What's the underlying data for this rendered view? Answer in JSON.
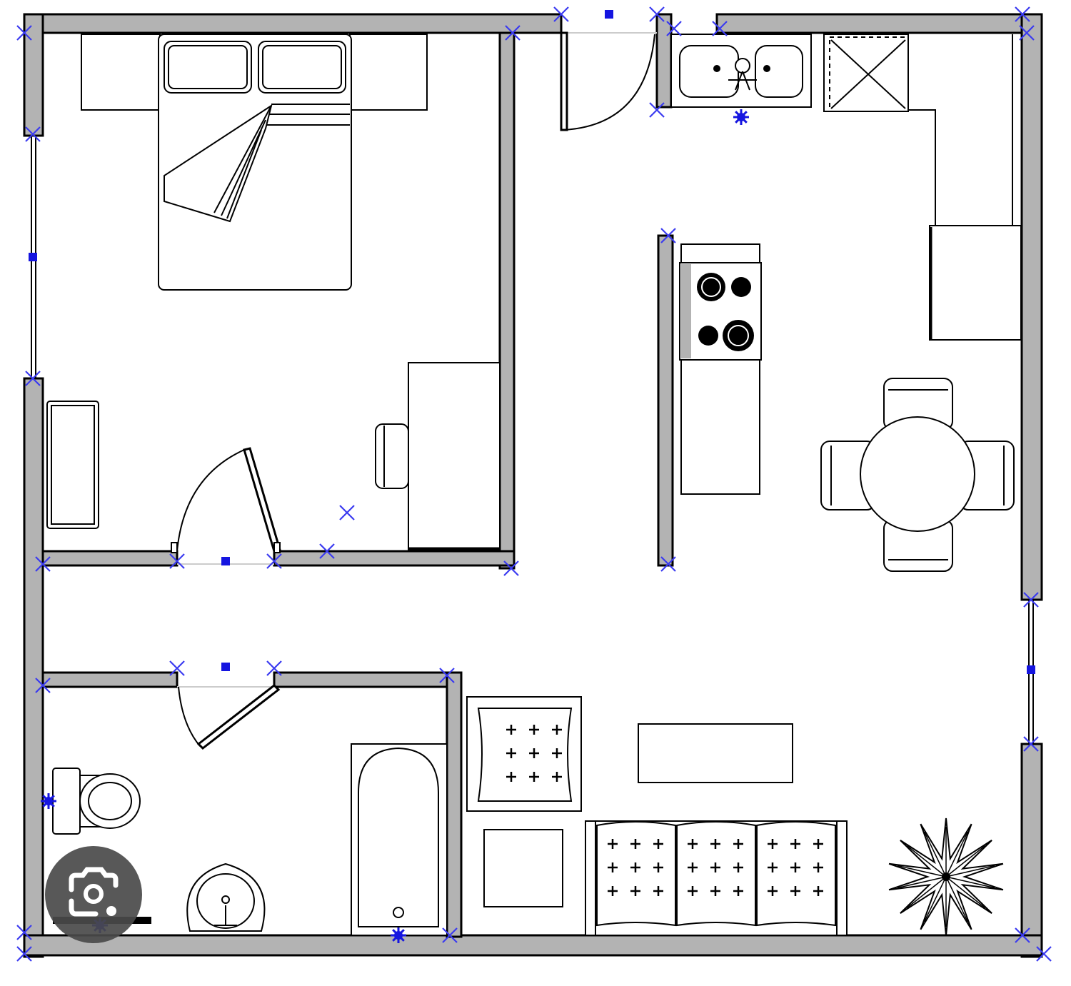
{
  "diagram": {
    "type": "floor-plan",
    "rooms": [
      "bedroom",
      "bathroom",
      "kitchen",
      "dining",
      "living"
    ],
    "colors": {
      "wall_fill": "#b3b3b3",
      "line": "#000000",
      "handle": "#1515e0",
      "lens_button": "#4a4a4a"
    }
  },
  "overlay": {
    "lens_button_icon": "camera-lens-icon"
  }
}
